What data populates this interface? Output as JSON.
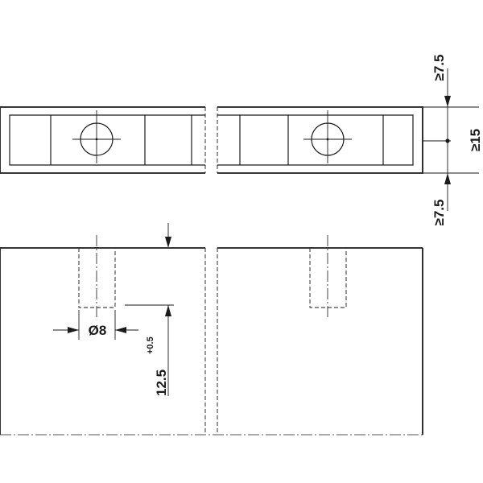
{
  "dimensions": {
    "edge_distance_top": "≥7.5",
    "edge_distance_bottom": "≥7.5",
    "panel_thickness": "≥15",
    "hole_diameter": "Ø8",
    "drill_depth": "12.5",
    "drill_depth_tolerance": "+0.5"
  },
  "colors": {
    "line": "#1a1a1a",
    "background": "#ffffff"
  }
}
